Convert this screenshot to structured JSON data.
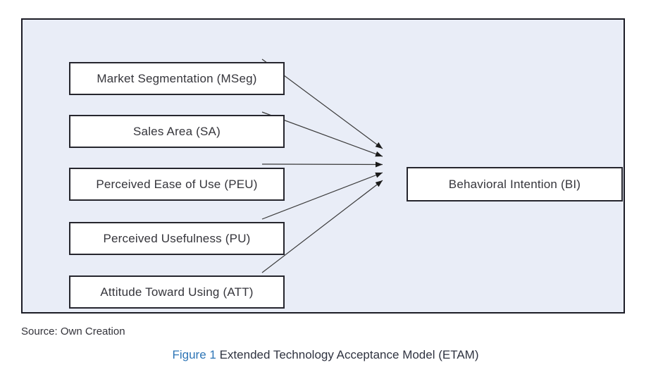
{
  "diagram": {
    "panel_background": "#e9edf7",
    "panel_border_color": "#1c1c26",
    "node_background": "#ffffff",
    "node_border_color": "#26262e",
    "arrow_color": "#3a3a3a",
    "nodes": [
      {
        "id": "mseg",
        "label": "Market Segmentation (MSeg)"
      },
      {
        "id": "sa",
        "label": "Sales Area (SA)"
      },
      {
        "id": "peu",
        "label": "Perceived Ease of Use (PEU)"
      },
      {
        "id": "pu",
        "label": "Perceived Usefulness (PU)"
      },
      {
        "id": "att",
        "label": "Attitude Toward Using (ATT)"
      }
    ],
    "target": {
      "id": "bi",
      "label": "Behavioral Intention (BI)"
    },
    "edges": [
      {
        "from": "mseg",
        "to": "bi"
      },
      {
        "from": "sa",
        "to": "bi"
      },
      {
        "from": "peu",
        "to": "bi"
      },
      {
        "from": "pu",
        "to": "bi"
      },
      {
        "from": "att",
        "to": "bi"
      }
    ]
  },
  "source_note": "Source: Own Creation",
  "caption": {
    "figure_label": "Figure 1",
    "text": "Extended Technology Acceptance Model (ETAM)",
    "accent_color": "#2e75b6"
  }
}
